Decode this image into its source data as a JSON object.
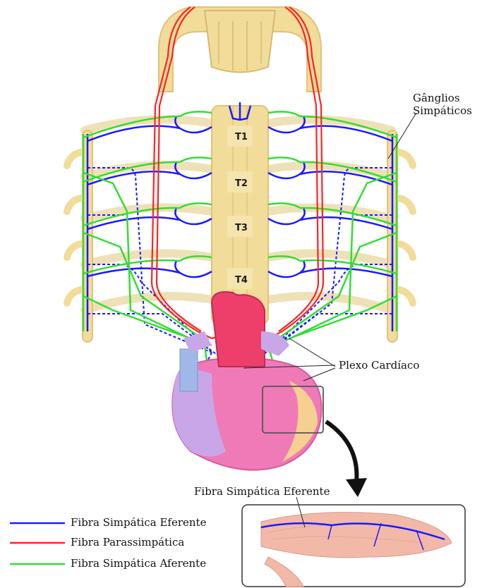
{
  "labels": {
    "ganglios_line1": "Gânglios",
    "ganglios_line2": "Simpáticos",
    "plexo": "Plexo Cardíaco",
    "fibra_eferente_inset": "Fibra Simpática Eferente"
  },
  "segments": [
    "T1",
    "T2",
    "T3",
    "T4"
  ],
  "legend": [
    {
      "label": "Fibra Simpática Eferente",
      "color": "#1a1aff"
    },
    {
      "label": "Fibra Parassimpática",
      "color": "#ff2222"
    },
    {
      "label": "Fibra Simpática Aferente",
      "color": "#33dd33"
    }
  ],
  "colors": {
    "bone": "#f2dc9a",
    "bone_shadow": "#e0c27a",
    "efferent": "#1a1aff",
    "parasympathetic": "#ff2222",
    "afferent": "#33dd33",
    "heart_pink": "#f07ab8",
    "heart_purple": "#c9a6e8",
    "heart_yellow": "#f7df8a",
    "aorta": "#ee3f6b",
    "inset_muscle": "#f3b9a8"
  }
}
